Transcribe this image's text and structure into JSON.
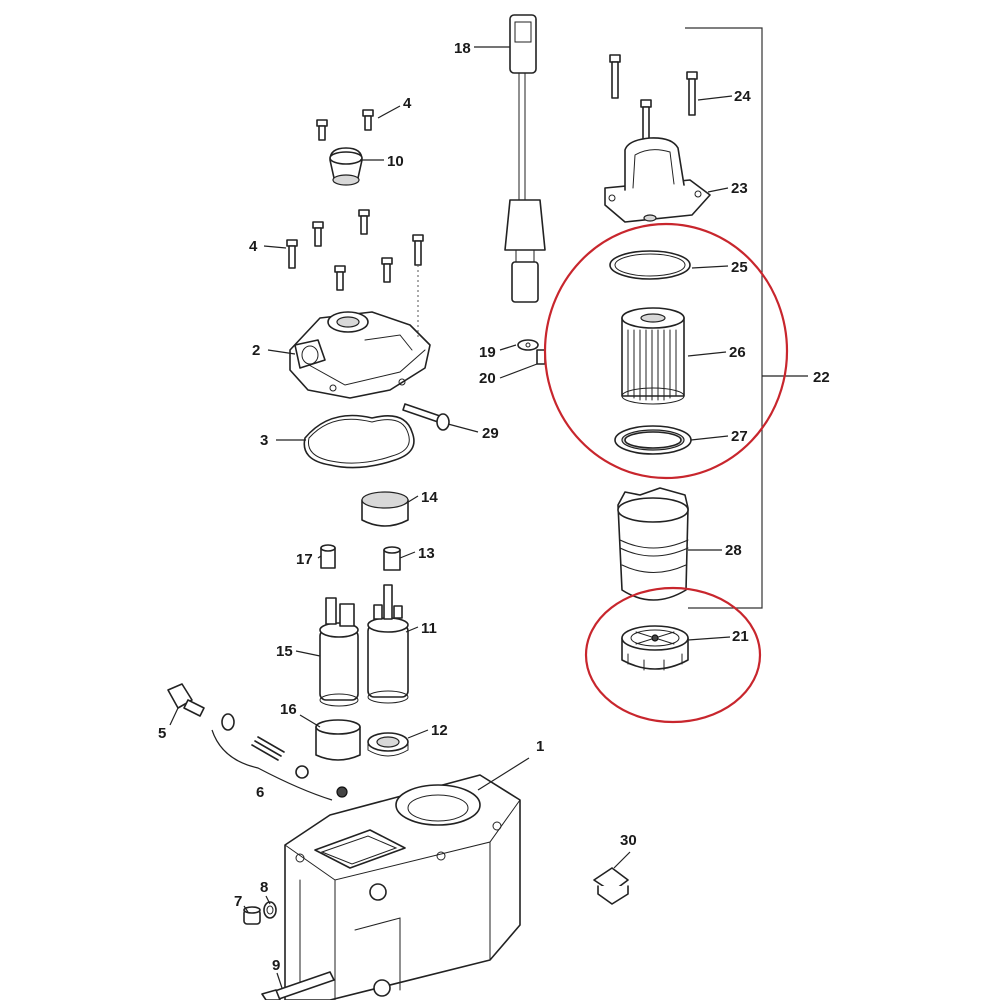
{
  "highlight_color": "#c8262d",
  "callouts": [
    {
      "id": "c1",
      "label": "1"
    },
    {
      "id": "c2",
      "label": "2"
    },
    {
      "id": "c3",
      "label": "3"
    },
    {
      "id": "c4a",
      "label": "4"
    },
    {
      "id": "c4b",
      "label": "4"
    },
    {
      "id": "c5",
      "label": "5"
    },
    {
      "id": "c6",
      "label": "6"
    },
    {
      "id": "c7",
      "label": "7"
    },
    {
      "id": "c8",
      "label": "8"
    },
    {
      "id": "c9",
      "label": "9"
    },
    {
      "id": "c10",
      "label": "10"
    },
    {
      "id": "c11",
      "label": "11"
    },
    {
      "id": "c12",
      "label": "12"
    },
    {
      "id": "c13",
      "label": "13"
    },
    {
      "id": "c14",
      "label": "14"
    },
    {
      "id": "c15",
      "label": "15"
    },
    {
      "id": "c16",
      "label": "16"
    },
    {
      "id": "c17",
      "label": "17"
    },
    {
      "id": "c18",
      "label": "18"
    },
    {
      "id": "c19",
      "label": "19"
    },
    {
      "id": "c20",
      "label": "20"
    },
    {
      "id": "c21",
      "label": "21"
    },
    {
      "id": "c22",
      "label": "22"
    },
    {
      "id": "c23",
      "label": "23"
    },
    {
      "id": "c24",
      "label": "24"
    },
    {
      "id": "c25",
      "label": "25"
    },
    {
      "id": "c26",
      "label": "26"
    },
    {
      "id": "c27",
      "label": "27"
    },
    {
      "id": "c28",
      "label": "28"
    },
    {
      "id": "c29",
      "label": "29"
    },
    {
      "id": "c30",
      "label": "30"
    }
  ]
}
